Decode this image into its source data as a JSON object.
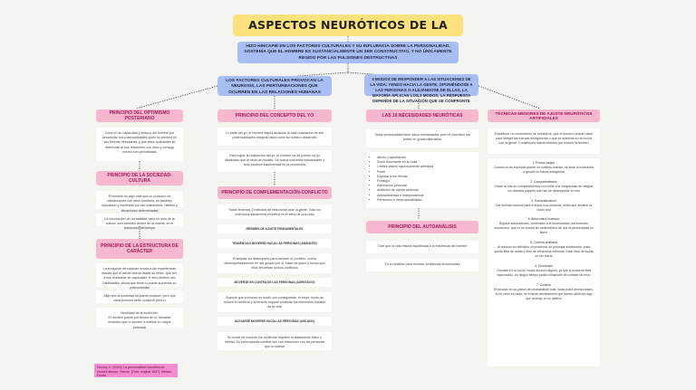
{
  "title": "ASPECTOS NEURÓTICOS DE LA CONDUCTA HUMANA",
  "intro": "HIZO HINCAPIÉ EN LOS FACTORES CULTURALES Y SU INFLUENCIA SOBRE LA PERSONALIDAD, SOSTENÍA QUE EL HOMBRE ES SUSTANCIALMENTE UN SER CONSTRUCTIVO, Y NO ÚNICAMENTE REGIDO POR LAS PULSIONES DESTRUCTIVAS",
  "branch_left": "LOS FACTORES CULTURALES PROVOCAN LA NEUROSIS, LAS PERTURBACIONES QUE OCURREN EN LAS RELACIONES HUMANAS",
  "branch_right": "3 MODOS DE RESPONDER A LAS SITUACIONES DE LA VIDA: YENDO HACIA LA GENTE, OPONIÉNDOSE A LAS PERSONAS O ALEJÁNDOSE DE ELLAS, LA MAYORÍA APLICAN LOS 3 MODOS, LA RESPUESTA DEPENDE DE LA SITUACIÓN QUE SE CONFRONTE",
  "col1": {
    "h1": "PRINCIPIO DEL OPTIMISMO POSTERIANO",
    "t1": "Creía en su capacidad y deseos del hombre por desarrollar sus potencialidades quien no termina en sus fuerzas necesarias, y que tales cualidades se deterioran al sus relaciones con otros y consigo mismo son perturbadas",
    "h2": "PRINCIPIO DE LA SOCIEDAD-CULTURA",
    "t2a": "El hombre es algo más que un producto de interacciones con otros hombres, en también impulsado y moldeado por las costumbres, hábitos y situaciones determinadas",
    "t2b": "La concepción de normalidad varía no solo de la cultura, sino también dentro de la misma, en el transcurso del tiempo",
    "h3": "PRINCIPIO DE LA ESTRUCTURA DE CARÁCTER",
    "t3a": "La evolución de carácter ocurre a las experiencias tiradas que el adulto anima desde su niñez, que al ir a ese realizarse su capacidad, el arco-limitero sus habilidades, ahora que tiene lo puede aumentar su potencialidad",
    "t3b": "Algo que la sociedad no puede producir, pero que cada persona debe construir para sí",
    "t3c": "Movilidad de la evolución:\nEl hombre puede por dentro de sí, llamarse evolutivo que lo ayuden a realizar su mayor potencial",
    "note": "Horney, K. (2003). La personalidad neurótica de nuestro tiempo. Paidós. (Trad. original 1937). México, Fondo"
  },
  "col2": {
    "h1": "PRINCIPIO DEL CONCEPTO DEL YO",
    "t1a": "Lo parte del yo, el hombre aspira alcanzar la total realización de sus potencialidades íntegras hacia como su nuestro desarrollo",
    "t1b": "Para lograr la realización del yo, el hombre ha de poseer un yo idealizado que le sirva de modelo. Se busca una meta inalcanzable y esto produce insuficiencia en la conciencia",
    "h2": "PRINCIPIO DE COMPLEMENTACIÓN-CONFLICTO",
    "t2": "Todos tenemos 3 métodos de reaccionar ante la gente. Todo los individuos sanamente reunifica en el seno de una nota",
    "s1": "RÉGIMEN DE AJUSTE FUNDAMENTALES",
    "s2": "TENDENCIAS MOVERSE HACIA LAS PERSONAS (ANSIANTE)",
    "t3": "El ampliar su desempeño para resolver el conflicto, confía desempeñadamente en ser guiado por sí. Hace de quien y busca que ellos resuelvan dichos conflictos",
    "s3": "MOVERSE EN CONTRA DE LAS PERSONAS (AGRESSIVO)",
    "t4": "Supone que el mundo es hostil, por consiguiente, el mejor modo de reducir el conflicto y la tensión supone controlar los elementos hostiles de la vida",
    "s4": "ALEJARSE MOVERSE HACIA LAS PERSONAS (AISLADO)",
    "t5": "Su modo de resolver los conflictos requiere el aislamiento físico y mental. Su preocupación central son sus relaciones con las personas que lo rodean"
  },
  "col3": {
    "h1": "LAS 10 NECESIDADES NEURÓTICAS",
    "intro": "Todas personalidad tiene datos necesidades, pero el neurótico las posee en grado alternativo",
    "items": [
      "Afecto y aprobación",
      "Socio dominante en su vida",
      "Límites vitales rígurosamente definidos",
      "Poder",
      "Explotar a los demás",
      "Prestigio",
      "Admiración personal",
      "Ambición de mérito personal",
      "Autosuficiencia e independencia",
      "Perfección e irreproachabilidad"
    ],
    "h2": "PRINCIPIO DEL AUTOANÁLISIS",
    "t1": "Cree que la vida misma equilibrada a la existencia del hombre",
    "t2": "En su análisis para resolver problemas emocionales"
  },
  "col4": {
    "h1": "TÉCNICAS MENORES DE AJUSTE NEURÓTICOS ARTIFICIALES",
    "intro": "Establecer un movimiento de esfuerzos, que el hombre puede hacer para Mitigar las fuerzas antagónicas o que se enfrenta en su lucha con la gente. Constituyen falsos intentos por reducir la tensión",
    "techs": [
      {
        "h": "1.Puntos ciegos",
        "t": "Cuando no es impedido querer un conflicto intenso, se tiene la inclinación a ignorar su fuerza antagónica"
      },
      {
        "h": "2. Compartimientos",
        "t": "Divide la vida en compartimientos con doble a la incapacidad de integrar los distintos papeles que han de desempeñar en ella"
      },
      {
        "h": "3. Racionalización",
        "t": "Dar buenas razones para excusar una conducta, antes que declarar la razón real"
      },
      {
        "h": "4. Autocontrol excesivo",
        "t": "Rígidos autocontroles, contenidos a la incomodidad, del excesivo autocontrol, que no se cuenta sin sentimientos de que la personalidad se libere"
      },
      {
        "h": "5. Certeza arbitraria",
        "t": "Al resolver en definitiva un problema, se prolonga doblemente, pues queda libre de dudas y libre de influencias externas. Estar libre de dudas en ser fuerte"
      },
      {
        "h": "6. Elusividad",
        "t": "Consiste en no tomar nunca decisión alguna, ya que si nunca se está equivocado, en ningún tiempo podrá criticarsele de cometer un error"
      },
      {
        "h": "7. Cinismo",
        "t": "El perador en un patrón de inevitabilidad total, nada podrá desmoronarlo. Al no creer en nada, se evitarán sentimientos que harían válido de algo que contrajo en su destino"
      }
    ]
  }
}
